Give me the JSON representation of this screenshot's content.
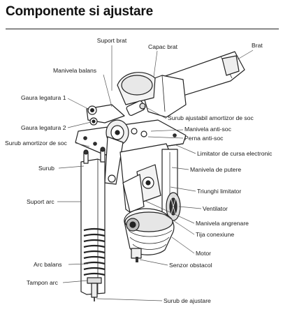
{
  "title": "Componente si ajustare",
  "labels": {
    "suport_brat": "Suport brat",
    "capac_brat": "Capac brat",
    "brat": "Brat",
    "manivela_balans": "Manivela balans",
    "gaura_legatura_1": "Gaura legatura 1",
    "gaura_legatura_2": "Gaura legatura 2",
    "surub_amortizor": "Surub amortizor de soc",
    "surub_ajustabil": "Surub ajustabil amortizor de soc",
    "manivela_antisoc": "Manivela anti-soc",
    "perna_antisoc": "Perna anti-soc",
    "limitator_electronic": "Limitator de cursa electronic",
    "surub": "Surub",
    "manivela_putere": "Manivela de putere",
    "suport_arc": "Suport arc",
    "triunghi_limitator": "Triunghi limitator",
    "ventilator": "Ventilator",
    "manivela_angrenare": "Manivela angrenare",
    "tija_conexiune": "Tija conexiune",
    "motor": "Motor",
    "arc_balans": "Arc balans",
    "senzor_obstacol": "Senzor obstacol",
    "tampon_arc": "Tampon arc",
    "surub_ajustare": "Surub de ajustare"
  }
}
